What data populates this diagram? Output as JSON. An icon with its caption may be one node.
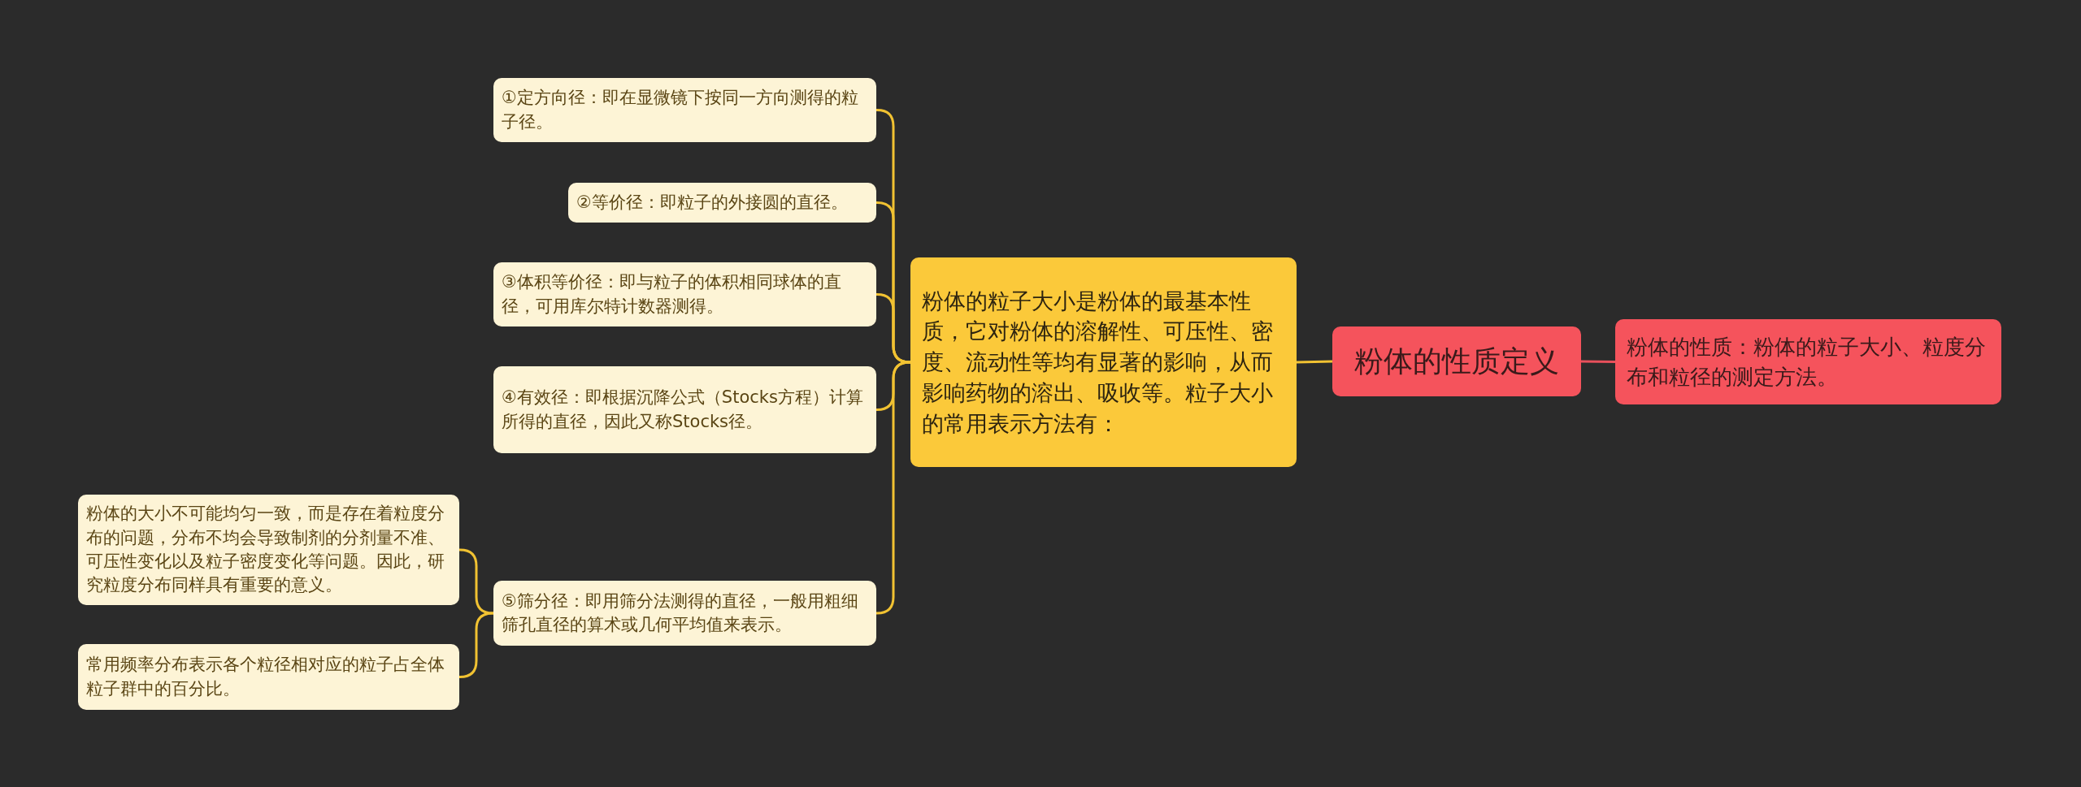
{
  "diagram": {
    "nodes": [
      {
        "text": [
          "粉体的性质定义"
        ]
      },
      {
        "text": [
          "粉体的性质：粉体的粒子大小、粒度分布和粒径的测定方法。"
        ]
      },
      {
        "text": [
          "粉体的粒子大小是粉体的最基本性质，它对粉体的溶解性、可压性、密度、流动性等均有显著的影响，从而影响药物的溶出、吸收等。粒子大小的常用表示方法有："
        ]
      },
      {
        "text": [
          "①定方向径：即在显微镜下按同一方向测得的粒子径。"
        ]
      },
      {
        "text": [
          "②等价径：即粒子的外接圆的直径。"
        ]
      },
      {
        "text": [
          "③体积等价径：即与粒子的体积相同球体的直径，可用库尔特计数器测得。"
        ]
      },
      {
        "text": [
          "④有效径：即根据沉降公式（Stocks方程）计算所得的直径，因此又称Stocks径。"
        ]
      },
      {
        "text": [
          "⑤筛分径：即用筛分法测得的直径，一般用粗细筛孔直径的算术或几何平均值来表示。"
        ]
      },
      {
        "text": [
          "粉体的大小不可能均匀一致，而是存在着粒度分布的问题，分布不均会导致制剂的分剂量不准、可压性变化以及粒子密度变化等问题。因此，研究粒度分布同样具有重要的意义。"
        ]
      },
      {
        "text": [
          "常用频率分布表示各个粒径相对应的粒子占全体粒子群中的百分比。"
        ]
      }
    ],
    "edges": [
      {
        "from": 0,
        "to": 1,
        "arrow": "none",
        "color": "#e8505b"
      },
      {
        "from": 0,
        "to": 2,
        "arrow": "none"
      },
      {
        "from": 2,
        "to": 3,
        "arrow": "none"
      },
      {
        "from": 2,
        "to": 4,
        "arrow": "none"
      },
      {
        "from": 2,
        "to": 5,
        "arrow": "none"
      },
      {
        "from": 2,
        "to": 6,
        "arrow": "none"
      },
      {
        "from": 2,
        "to": 7,
        "arrow": "none"
      },
      {
        "from": 7,
        "to": 8,
        "arrow": "none"
      },
      {
        "from": 7,
        "to": 9,
        "arrow": "none"
      }
    ]
  }
}
